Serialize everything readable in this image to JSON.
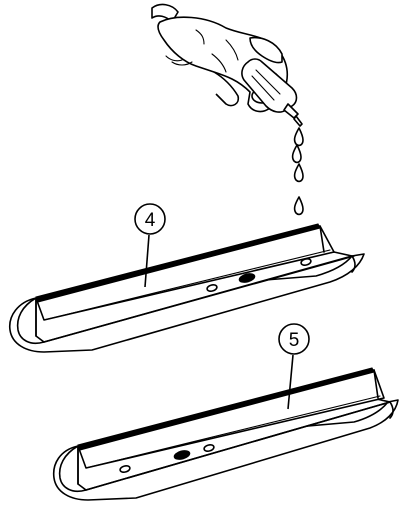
{
  "callouts": [
    {
      "id": "part-4",
      "label": "4"
    },
    {
      "id": "part-5",
      "label": "5"
    }
  ]
}
